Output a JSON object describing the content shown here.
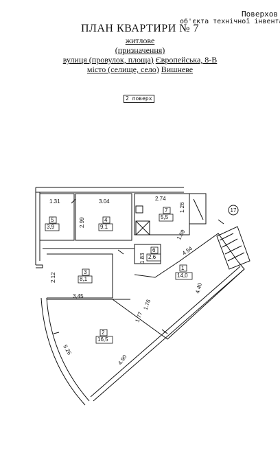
{
  "header": {
    "line1": "Поверхов",
    "line2": "об'єкта технічної інвента"
  },
  "title": "ПЛАН КВАРТИРИ № 7",
  "purpose": {
    "value": "житлове",
    "caption": "(призначення)"
  },
  "street": {
    "prefix": "вулиця (провулок, площа)",
    "value": "Європейська, 8-В"
  },
  "city": {
    "prefix": "місто (селище, село)",
    "value": "Вишневе"
  },
  "floor_label": "2 поверх",
  "marker": "17",
  "rooms": [
    {
      "id": "1",
      "area": "14,0"
    },
    {
      "id": "2",
      "area": "16,5"
    },
    {
      "id": "3",
      "area": "8,1"
    },
    {
      "id": "4",
      "area": "9,1"
    },
    {
      "id": "5",
      "area": "3,9"
    },
    {
      "id": "6",
      "area": "2,6"
    },
    {
      "id": "7",
      "area": "5,5"
    }
  ],
  "dimensions": [
    "1.31",
    "3.04",
    "2.74",
    "1.26",
    "2.99",
    "1.69",
    "4.54",
    "1.83",
    "2.12",
    "3,45",
    "4.40",
    "1.76",
    "1.77",
    "5.26",
    "4.90"
  ]
}
